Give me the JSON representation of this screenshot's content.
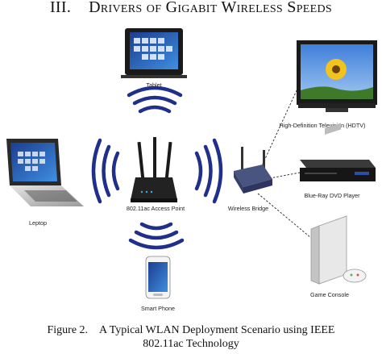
{
  "heading": {
    "number": "III.",
    "title": "Drivers of Gigabit Wireless Speeds"
  },
  "devices": {
    "tablet": "Tablet",
    "laptop": "Leptop",
    "access_point": "802.11ac Access Point",
    "smart_phone": "Smart Phone",
    "wireless_bridge": "Wireless Bridge",
    "hdtv": "High-Definition Television (HDTV)",
    "bluray": "Blue-Ray DVD Player",
    "game_console": "Game Console"
  },
  "caption": {
    "figure": "Figure 2.",
    "line1": "A Typical WLAN Deployment Scenario using IEEE",
    "line2": "802.11ac Technology"
  },
  "colors": {
    "wave": "#1f2f8a",
    "screen_blue": "#2a5fc4",
    "dark": "#1a1a1a"
  }
}
